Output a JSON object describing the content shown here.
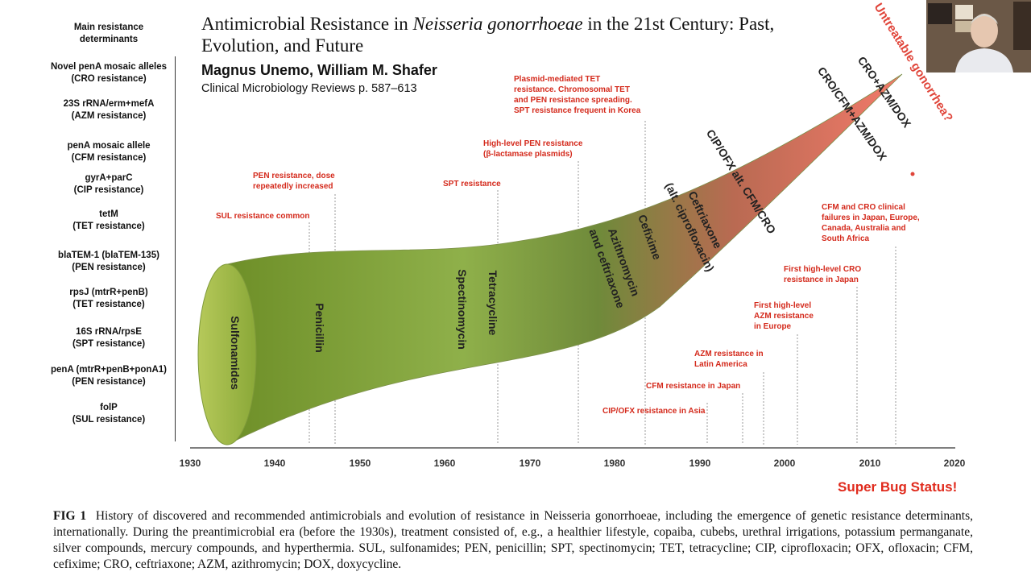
{
  "slide": {
    "title_pre": "Antimicrobial Resistance in ",
    "title_italic": "Neisseria gonorrhoeae",
    "title_post": " in the 21st Century: Past, Evolution, and Future",
    "authors": "Magnus Unemo,   William M. Shafer",
    "journal": "Clinical Microbiology Reviews     p. 587–613",
    "determinants_header": "Main resistance determinants",
    "determinants": [
      {
        "name": "Novel penA mosaic alleles",
        "resistance": "(CRO resistance)"
      },
      {
        "name": "23S rRNA/erm+mefA",
        "resistance": "(AZM resistance)"
      },
      {
        "name": "penA mosaic allele",
        "resistance": "(CFM resistance)"
      },
      {
        "name": "gyrA+parC",
        "resistance": "(CIP resistance)"
      },
      {
        "name": "tetM",
        "resistance": "(TET resistance)"
      },
      {
        "name": "blaTEM-1 (blaTEM-135)",
        "resistance": "(PEN resistance)"
      },
      {
        "name": "rpsJ (mtrR+penB)",
        "resistance": "(TET resistance)"
      },
      {
        "name": "16S rRNA/rpsE",
        "resistance": "(SPT resistance)"
      },
      {
        "name": "penA (mtrR+penB+ponA1)",
        "resistance": "(PEN resistance)"
      },
      {
        "name": "folP",
        "resistance": "(SUL resistance)"
      }
    ],
    "x_ticks": [
      "1930",
      "1940",
      "1950",
      "1960",
      "1970",
      "1980",
      "1990",
      "2000",
      "2010",
      "2020"
    ],
    "drugs": [
      {
        "label": "Sulfonamides"
      },
      {
        "label": "Penicillin"
      },
      {
        "label": "Spectinomycin"
      },
      {
        "label": "Tetracycline"
      },
      {
        "label": "Azithromycin"
      },
      {
        "label": "and ceftriaxone"
      },
      {
        "label": "Cefixime"
      },
      {
        "label": "Ceftriaxone"
      },
      {
        "label": "(alt. ciprofloxacin)"
      },
      {
        "label": "CIP/OFX alt. CFM/CRO"
      },
      {
        "label": "CRO/CFM+AZM/DOX"
      },
      {
        "label": "CRO+AZM/DOX"
      }
    ],
    "events_above": [
      {
        "text": "SUL resistance common"
      },
      {
        "text": "PEN resistance, dose\nrepeatedly increased"
      },
      {
        "text": "SPT resistance"
      },
      {
        "text": "High-level PEN resistance\n(β-lactamase plasmids)"
      },
      {
        "text": "Plasmid-mediated TET\nresistance. Chromosomal TET\nand PEN resistance spreading.\nSPT resistance frequent in Korea"
      }
    ],
    "events_below": [
      {
        "text": "CIP/OFX resistance in Asia"
      },
      {
        "text": "CFM resistance in Japan"
      },
      {
        "text": "AZM resistance in\nLatin America"
      },
      {
        "text": "First high-level\nAZM resistance\nin Europe"
      },
      {
        "text": "First high-level CRO\nresistance in Japan"
      },
      {
        "text": "CFM and CRO clinical\nfailures in Japan, Europe,\nCanada, Australia and\nSouth Africa"
      }
    ],
    "untreatable": "Untreatable gonorrhea?",
    "super_bug": "Super Bug Status!",
    "caption_label": "FIG 1",
    "caption_text": "History of discovered and recommended antimicrobials and evolution of resistance in Neisseria gonorrhoeae, including the emergence of genetic resistance determinants, internationally. During the preantimicrobial era (before the 1930s), treatment consisted of, e.g., a healthier lifestyle, copaiba, cubebs, urethral irrigations, potassium permanganate, silver compounds, mercury compounds, and hyperthermia. SUL, sulfonamides; PEN, penicillin; SPT, spectinomycin; TET, tetracycline; CIP, ciprofloxacin; OFX, ofloxacin; CFM, cefixime; CRO, ceftriaxone; AZM, azithromycin; DOX, doxycycline.",
    "colors": {
      "accent_red": "#d42a1c",
      "horn_start": "#6a8e2a",
      "horn_end": "#f06f62"
    }
  }
}
